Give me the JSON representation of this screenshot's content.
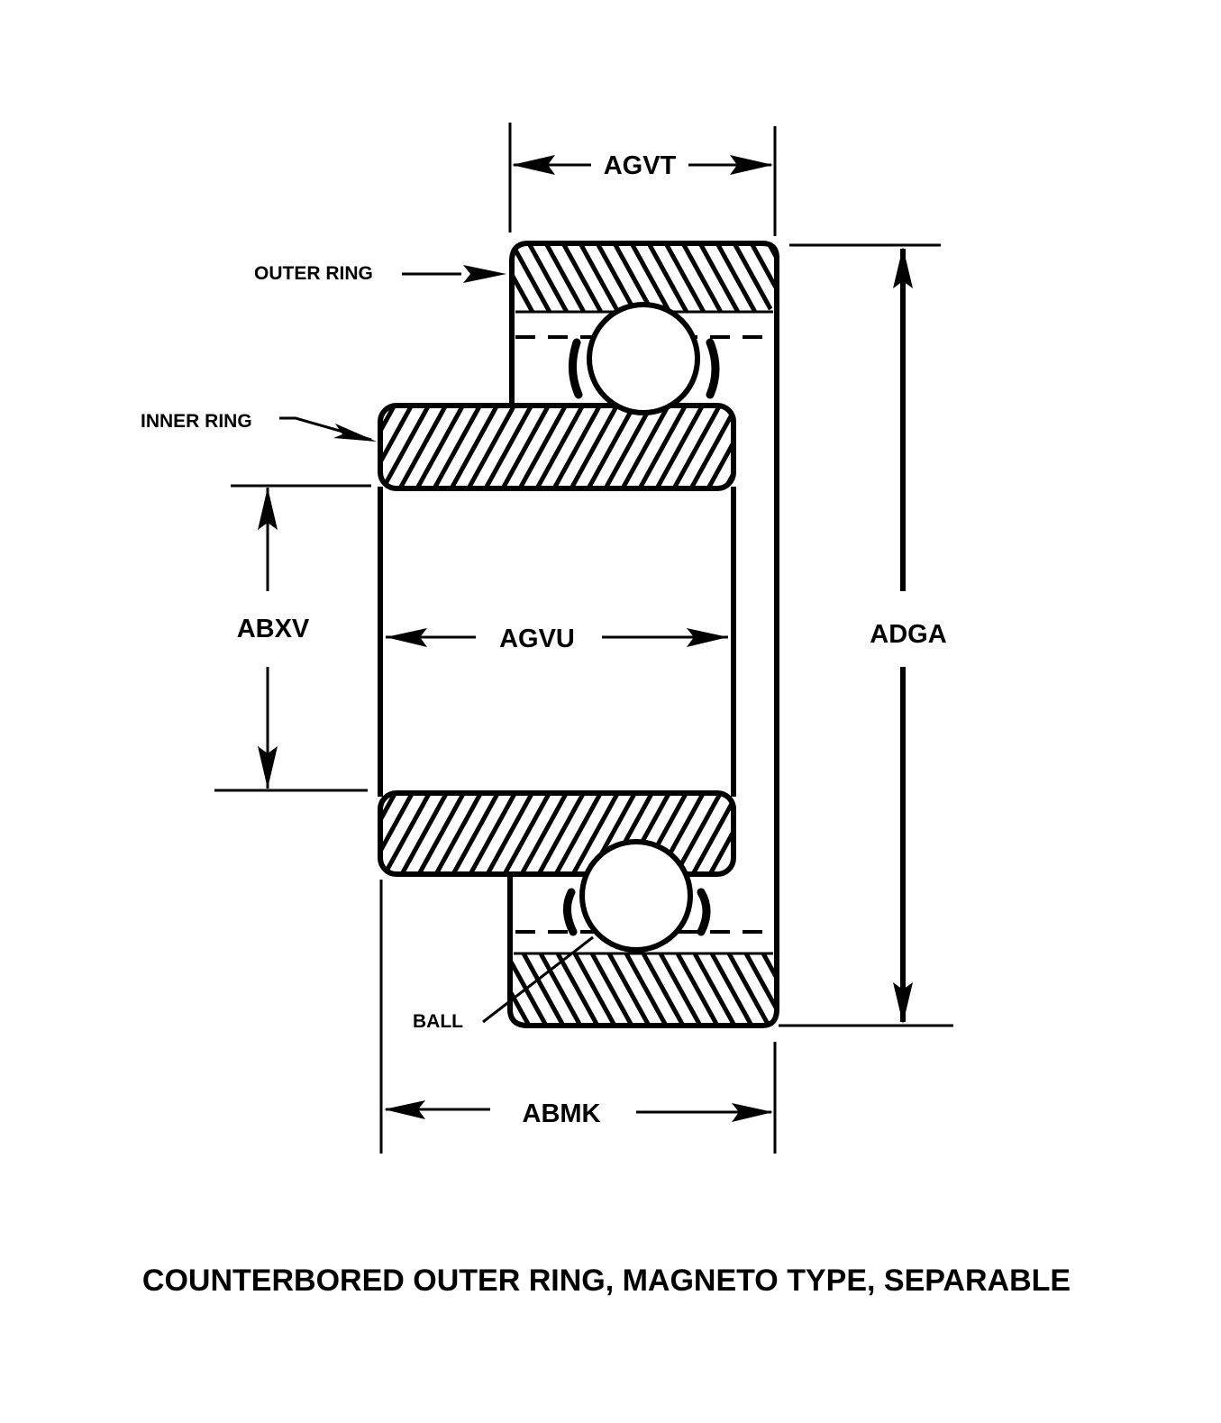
{
  "diagram": {
    "title": "COUNTERBORED OUTER RING, MAGNETO TYPE, SEPARABLE",
    "dimensions": {
      "outer_ring_width": "AGVT",
      "outside_diameter": "ADGA",
      "bore_diameter": "ABXV",
      "inner_ring_width": "AGVU",
      "overall_width": "ABMK"
    },
    "callouts": {
      "outer_ring": "OUTER RING",
      "inner_ring": "INNER RING",
      "ball": "BALL"
    },
    "colors": {
      "ink": "#000000",
      "paper": "#ffffff"
    }
  }
}
